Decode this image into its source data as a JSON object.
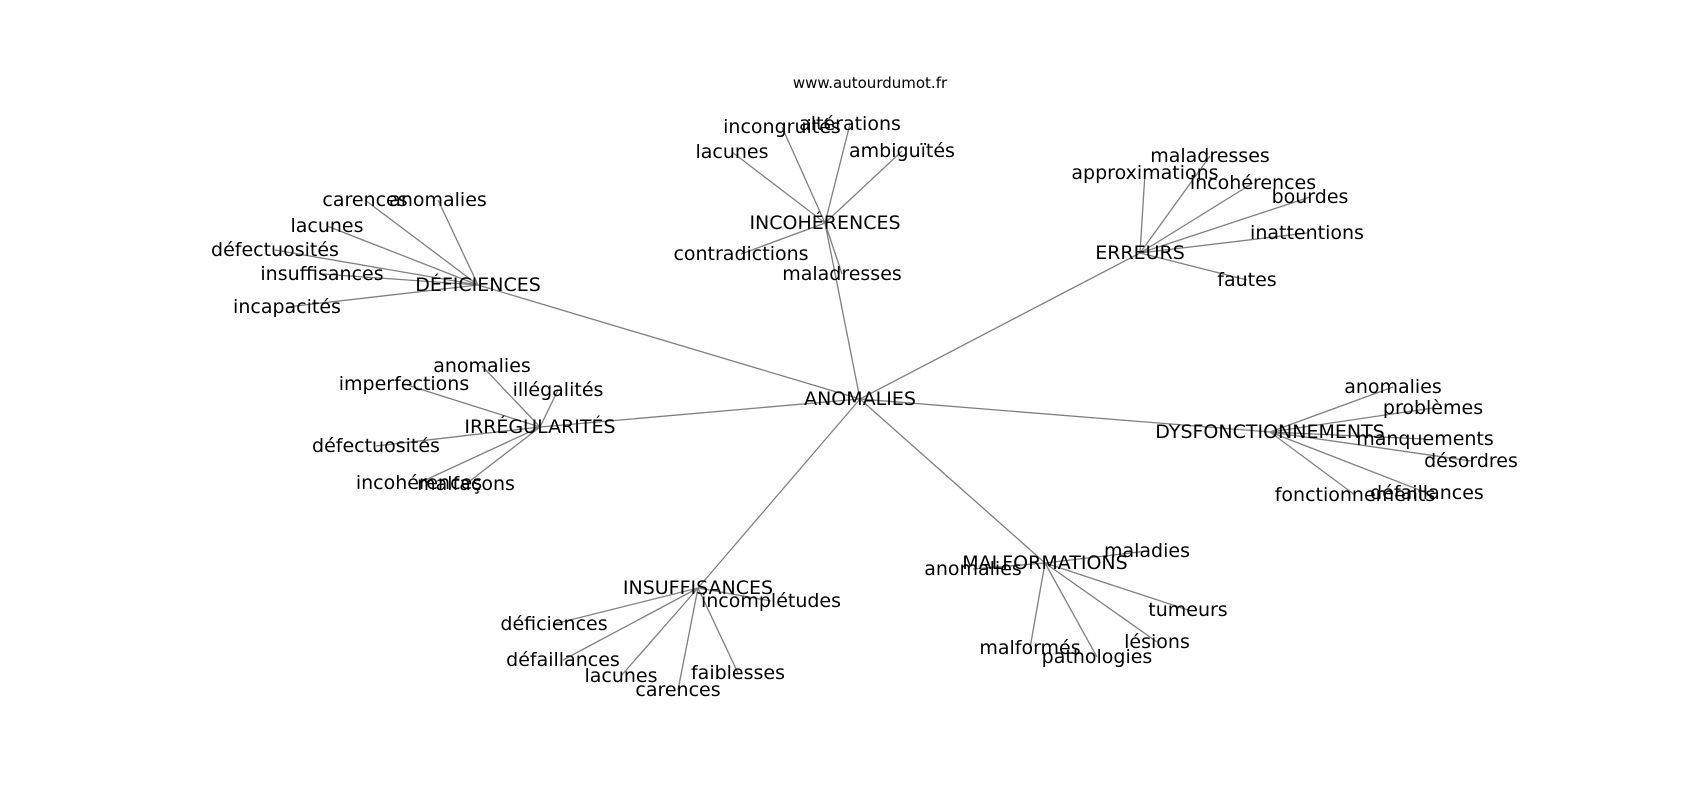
{
  "watermark": "www.autourdumot.fr",
  "colors": {
    "edge": "#808080",
    "text": "#000000",
    "background": "#ffffff"
  },
  "root": {
    "label": "ANOMALIES",
    "groups": [
      {
        "label": "DÉFICIENCES",
        "children": [
          "carences",
          "anomalies",
          "lacunes",
          "défectuosités",
          "insuffisances",
          "incapacités"
        ]
      },
      {
        "label": "INCOHÉRENCES",
        "children": [
          "incongruités",
          "altérations",
          "lacunes",
          "ambiguïtés",
          "contradictions",
          "maladresses"
        ]
      },
      {
        "label": "ERREURS",
        "children": [
          "maladresses",
          "approximations",
          "incohérences",
          "bourdes",
          "inattentions",
          "fautes"
        ]
      },
      {
        "label": "IRRÉGULARITÉS",
        "children": [
          "anomalies",
          "illégalités",
          "imperfections",
          "défectuosités",
          "incohérences",
          "malfaçons"
        ]
      },
      {
        "label": "DYSFONCTIONNEMENTS",
        "children": [
          "anomalies",
          "problèmes",
          "manquements",
          "désordres",
          "fonctionnements",
          "défaillances"
        ]
      },
      {
        "label": "MALFORMATIONS",
        "children": [
          "maladies",
          "anomalies",
          "tumeurs",
          "lésions",
          "malformés",
          "pathologies"
        ]
      },
      {
        "label": "INSUFFISANCES",
        "children": [
          "incomplétudes",
          "déficiences",
          "défaillances",
          "lacunes",
          "faiblesses",
          "carences"
        ]
      }
    ]
  }
}
